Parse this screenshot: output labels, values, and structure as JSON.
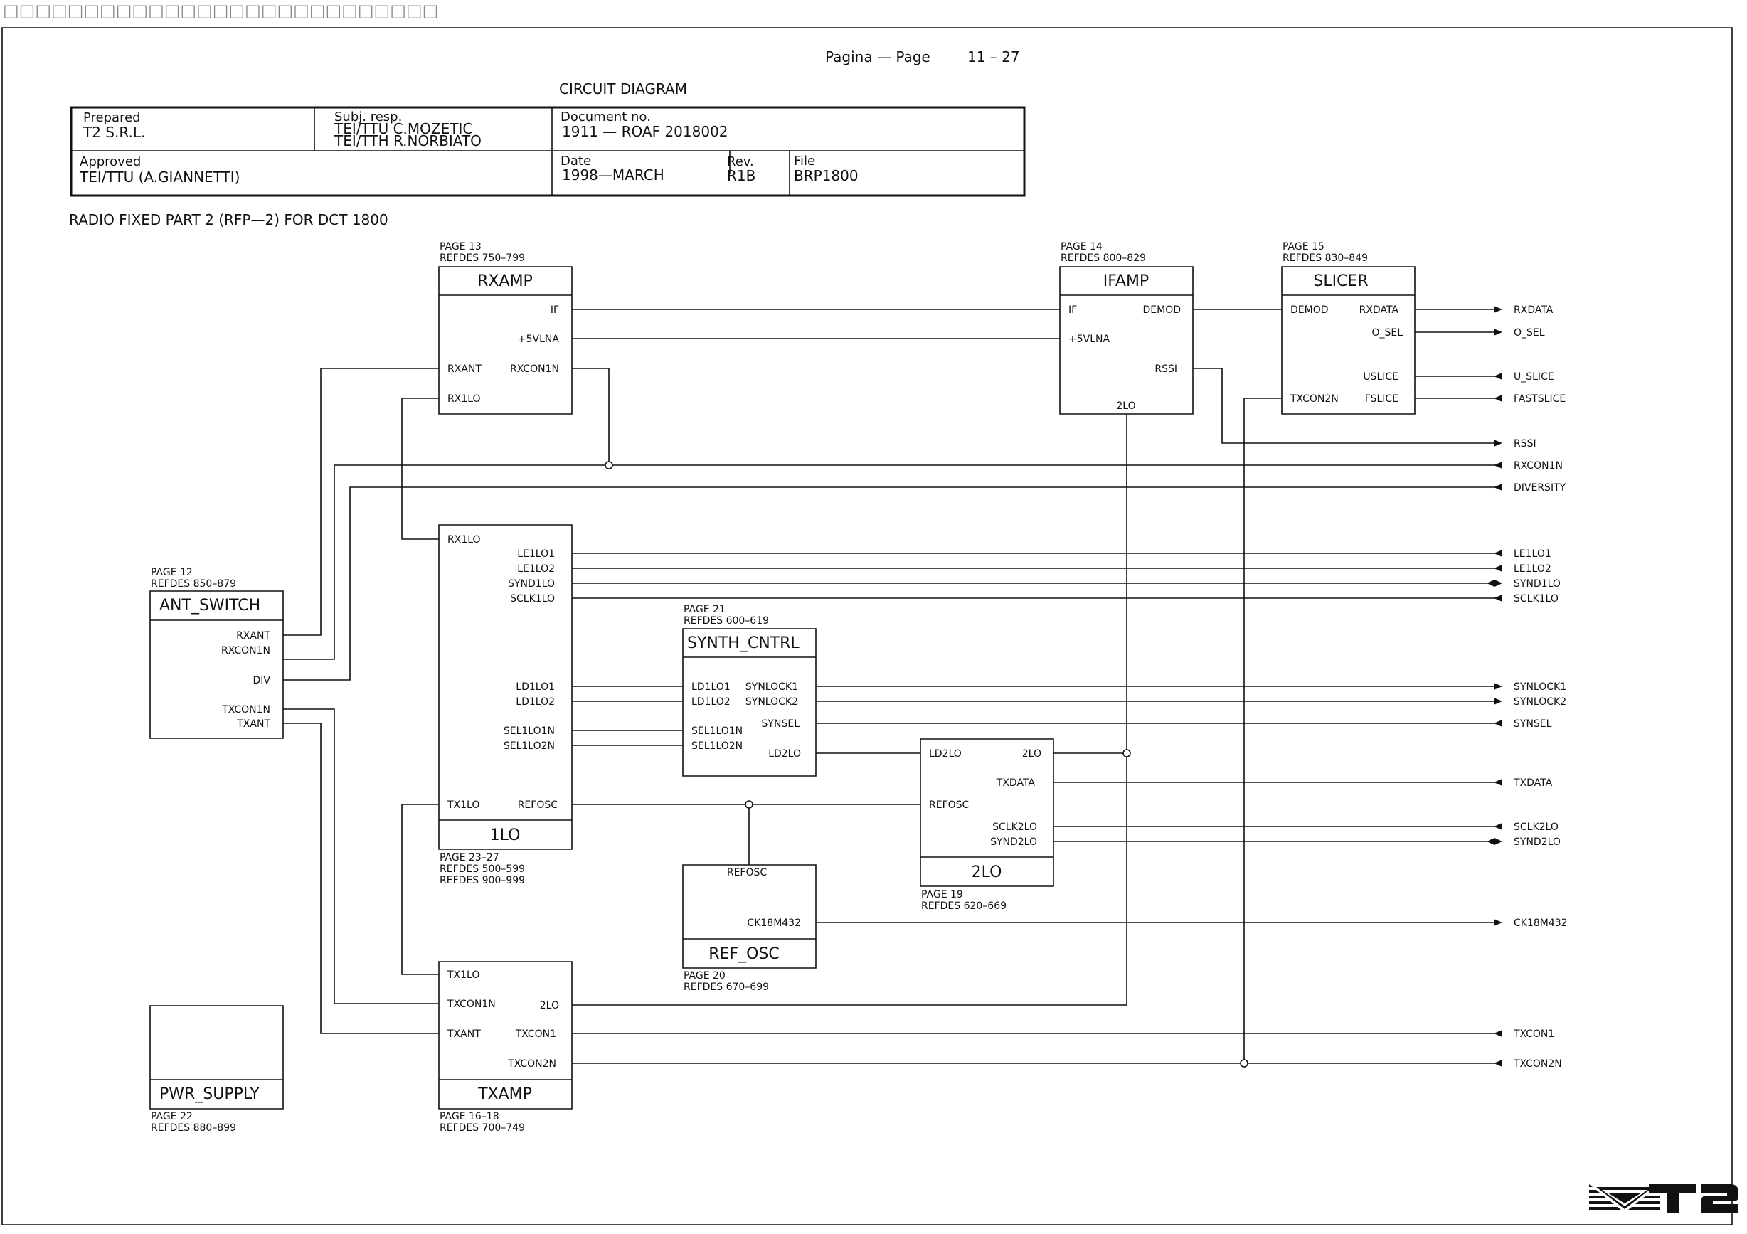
{
  "header_boxes": "□□□□□□□□□□□□□□□□□□□□□□□□□□□",
  "page_label": "Pagina  —  Page",
  "page_number": "11 – 27",
  "diagram_title": "CIRCUIT DIAGRAM",
  "title_block": {
    "prepared_label": "Prepared",
    "prepared_value": "T2  S.R.L.",
    "subj_resp_label": "Subj. resp.",
    "subj_resp_line1": "TEI/TTU  C.MOZETIC",
    "subj_resp_line2": "TEI/TTH  R.NORBIATO",
    "document_label": "Document  no.",
    "document_value": "1911  —  ROAF  2018002",
    "approved_label": "Approved",
    "approved_value": "TEI/TTU  (A.GIANNETTI)",
    "date_label": "Date",
    "date_value": "1998—MARCH",
    "rev_label": "Rev.",
    "rev_value": "R1B",
    "file_label": "File",
    "file_value": "BRP1800"
  },
  "subtitle": "RADIO  FIXED  PART  2  (RFP—2)  FOR  DCT  1800",
  "blocks": {
    "rxamp": {
      "title": "RXAMP",
      "page": "PAGE  13",
      "refdes": "REFDES  750–799",
      "pins": {
        "if": "IF",
        "vlna": "+5VLNA",
        "rxant": "RXANT",
        "rxcon1n": "RXCON1N",
        "rx1lo": "RX1LO"
      }
    },
    "ifamp": {
      "title": "IFAMP",
      "page": "PAGE  14",
      "refdes": "REFDES  800–829",
      "pins": {
        "if": "IF",
        "demod": "DEMOD",
        "vlna": "+5VLNA",
        "rssi": "RSSI",
        "lo2": "2LO"
      }
    },
    "slicer": {
      "title": "SLICER",
      "page": "PAGE  15",
      "refdes": "REFDES  830–849",
      "pins": {
        "demod": "DEMOD",
        "rxdata": "RXDATA",
        "osel": "O_SEL",
        "uslice": "USLICE",
        "txcon2n": "TXCON2N",
        "fslice": "FSLICE"
      }
    },
    "ant_switch": {
      "title": "ANT_SWITCH",
      "page": "PAGE  12",
      "refdes": "REFDES  850–879",
      "pins": {
        "rxant": "RXANT",
        "rxcon1n": "RXCON1N",
        "div": "DIV",
        "txcon1n": "TXCON1N",
        "txant": "TXANT"
      }
    },
    "lo1": {
      "title": "1LO",
      "page": "PAGE  23–27",
      "refdes": "REFDES  500–599",
      "refdes2": "REFDES  900–999",
      "pins": {
        "rx1lo": "RX1LO",
        "le1lo1": "LE1LO1",
        "le1lo2": "LE1LO2",
        "synd1lo": "SYND1LO",
        "sclk1lo": "SCLK1LO",
        "ld1lo1": "LD1LO1",
        "ld1lo2": "LD1LO2",
        "sel1lo1n": "SEL1LO1N",
        "sel1lo2n": "SEL1LO2N",
        "tx1lo": "TX1LO",
        "refosc": "REFOSC"
      }
    },
    "synth": {
      "title": "SYNTH_CNTRL",
      "page": "PAGE  21",
      "refdes": "REFDES  600–619",
      "pins": {
        "ld1lo1": "LD1LO1",
        "ld1lo2": "LD1LO2",
        "sel1lo1n": "SEL1LO1N",
        "sel1lo2n": "SEL1LO2N",
        "synlock1": "SYNLOCK1",
        "synlock2": "SYNLOCK2",
        "synsel": "SYNSEL",
        "ld2lo": "LD2LO"
      }
    },
    "lo2": {
      "title": "2LO",
      "page": "PAGE  19",
      "refdes": "REFDES  620–669",
      "pins": {
        "ld2lo": "LD2LO",
        "lo2": "2LO",
        "txdata": "TXDATA",
        "refosc": "REFOSC",
        "sclk2lo": "SCLK2LO",
        "synd2lo": "SYND2LO"
      }
    },
    "ref_osc": {
      "title": "REF_OSC",
      "page": "PAGE  20",
      "refdes": "REFDES  670–699",
      "pins": {
        "refosc": "REFOSC",
        "ck18m432": "CK18M432"
      }
    },
    "pwr_supply": {
      "title": "PWR_SUPPLY",
      "page": "PAGE  22",
      "refdes": "REFDES  880–899"
    },
    "txamp": {
      "title": "TXAMP",
      "page": "PAGE  16–18",
      "refdes": "REFDES  700–749",
      "pins": {
        "tx1lo": "TX1LO",
        "txcon1n": "TXCON1N",
        "lo2": "2LO",
        "txant": "TXANT",
        "txcon1": "TXCON1",
        "txcon2n": "TXCON2N"
      }
    }
  },
  "signals": {
    "rxdata": "RXDATA",
    "osel": "O_SEL",
    "uslice": "U_SLICE",
    "fastslice": "FASTSLICE",
    "rssi": "RSSI",
    "rxcon1n": "RXCON1N",
    "diversity": "DIVERSITY",
    "le1lo1": "LE1LO1",
    "le1lo2": "LE1LO2",
    "synd1lo": "SYND1LO",
    "sclk1lo": "SCLK1LO",
    "synlock1": "SYNLOCK1",
    "synlock2": "SYNLOCK2",
    "synsel": "SYNSEL",
    "txdata": "TXDATA",
    "sclk2lo": "SCLK2LO",
    "synd2lo": "SYND2LO",
    "ck18m432": "CK18M432",
    "txcon1": "TXCON1",
    "txcon2n": "TXCON2N"
  },
  "logo": "T2",
  "colors": {
    "ink": "#111111",
    "paper": "#ffffff"
  }
}
